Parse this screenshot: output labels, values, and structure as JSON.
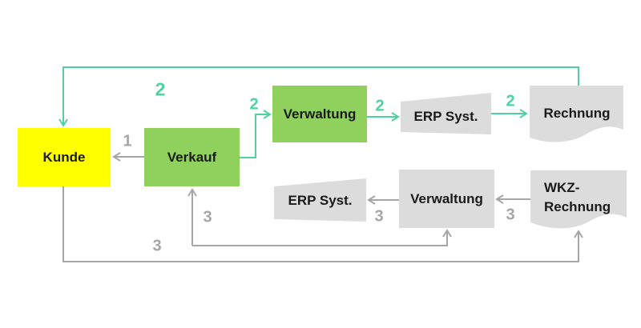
{
  "diagram": {
    "colors": {
      "node_yellow": "#ffff00",
      "node_green": "#90d05c",
      "node_gray": "#dcdcdc",
      "arrow_gray": "#a6a6a6",
      "arrow_teal": "#4dd3a0",
      "label_text": "#1a1a1a",
      "background": "#ffffff"
    },
    "nodes": {
      "kunde": "Kunde",
      "verkauf": "Verkauf",
      "verwaltung_top": "Verwaltung",
      "erp_top": "ERP Syst.",
      "rechnung": "Rechnung",
      "erp_bottom": "ERP Syst.",
      "verwaltung_bottom": "Verwaltung",
      "wkz_line1": "WKZ-",
      "wkz_line2": "Rechnung"
    },
    "flow_labels": {
      "one": "1",
      "two": "2",
      "three": "3"
    }
  }
}
